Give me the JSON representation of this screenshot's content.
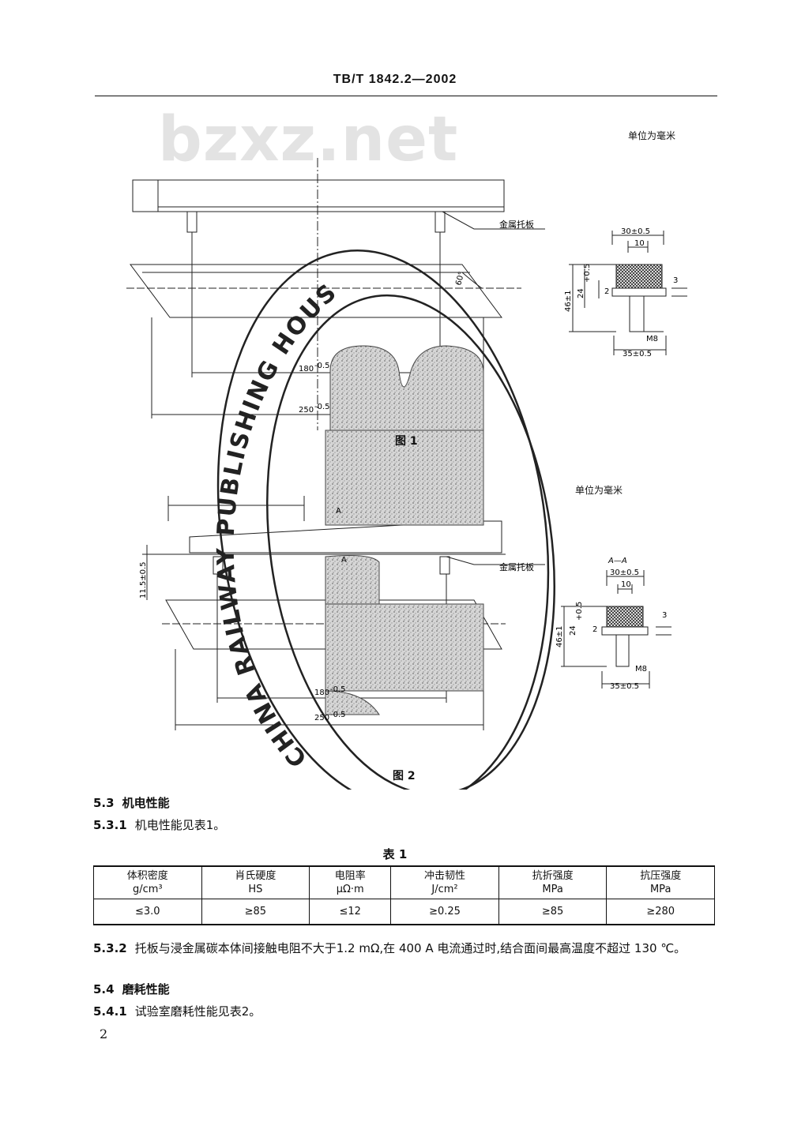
{
  "header": {
    "title": "TB/T 1842.2—2002"
  },
  "watermark": {
    "text": "bzxz.net"
  },
  "figure1": {
    "unit_label": "单位为毫米",
    "caption": "图 1",
    "callout": "金属托板",
    "dims": {
      "d180": "180",
      "d180_tol": "-0.5",
      "d250": "250",
      "d250_tol": "-0.5",
      "angle": "60°",
      "w30": "30±0.5",
      "w10": "10",
      "h46": "46±1",
      "h24": "24",
      "h24_tol": "+0.5",
      "h2": "2",
      "h3": "3",
      "m8": "M8",
      "w35": "35±0.5"
    }
  },
  "figure2": {
    "unit_label": "单位为毫米",
    "caption": "图 2",
    "callout": "金属托板",
    "section_label": "A—A",
    "section_mark": "A",
    "dims": {
      "d180": "180",
      "d180_tol": "-0.5",
      "d250": "250",
      "d250_tol": "-0.5",
      "h115": "11.5±0.5",
      "w30": "30±0.5",
      "w10": "10",
      "h46": "46±1",
      "h24": "24",
      "h24_tol": "+0.5",
      "h2": "2",
      "h3": "3",
      "m8": "M8",
      "w35": "35±0.5"
    }
  },
  "stamp": {
    "text": "CHINA RAILWAY PUBLISHING HOUSE"
  },
  "sections": {
    "s53": {
      "num": "5.3",
      "title": "机电性能"
    },
    "s531": {
      "num": "5.3.1",
      "text": "机电性能见表1。"
    },
    "s532": {
      "num": "5.3.2",
      "text": "托板与浸金属碳本体间接触电阻不大于1.2 mΩ,在 400 A 电流通过时,结合面间最高温度不超过 130 ℃。"
    },
    "s54": {
      "num": "5.4",
      "title": "磨耗性能"
    },
    "s541": {
      "num": "5.4.1",
      "text": "试验室磨耗性能见表2。"
    }
  },
  "table1": {
    "title": "表 1",
    "headers": [
      {
        "name": "体积密度",
        "unit": "g/cm³"
      },
      {
        "name": "肖氏硬度",
        "unit": "HS"
      },
      {
        "name": "电阻率",
        "unit": "μΩ·m"
      },
      {
        "name": "冲击韧性",
        "unit": "J/cm²"
      },
      {
        "name": "抗折强度",
        "unit": "MPa"
      },
      {
        "name": "抗压强度",
        "unit": "MPa"
      }
    ],
    "values": [
      "≤3.0",
      "≥85",
      "≤12",
      "≥0.25",
      "≥85",
      "≥280"
    ]
  },
  "page_number": "2"
}
